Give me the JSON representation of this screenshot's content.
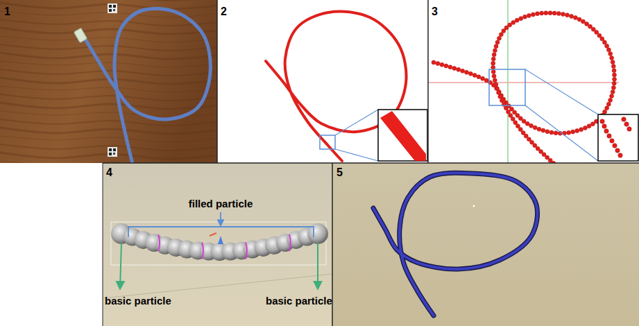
{
  "diagram": {
    "labels": [
      "1",
      "2",
      "3",
      "4",
      "5",
      "filled particle",
      "basic particle",
      "basic particle"
    ]
  }
}
